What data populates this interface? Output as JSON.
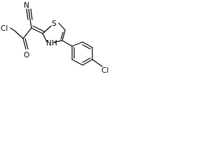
{
  "atoms": {
    "n_nitrile": "N",
    "cl_left": "Cl",
    "o_carbonyl": "O",
    "s_ring": "S",
    "nh_ring": "NH",
    "cl_aryl": "Cl"
  },
  "colors": {
    "ink": "#000000",
    "background": "#ffffff"
  }
}
